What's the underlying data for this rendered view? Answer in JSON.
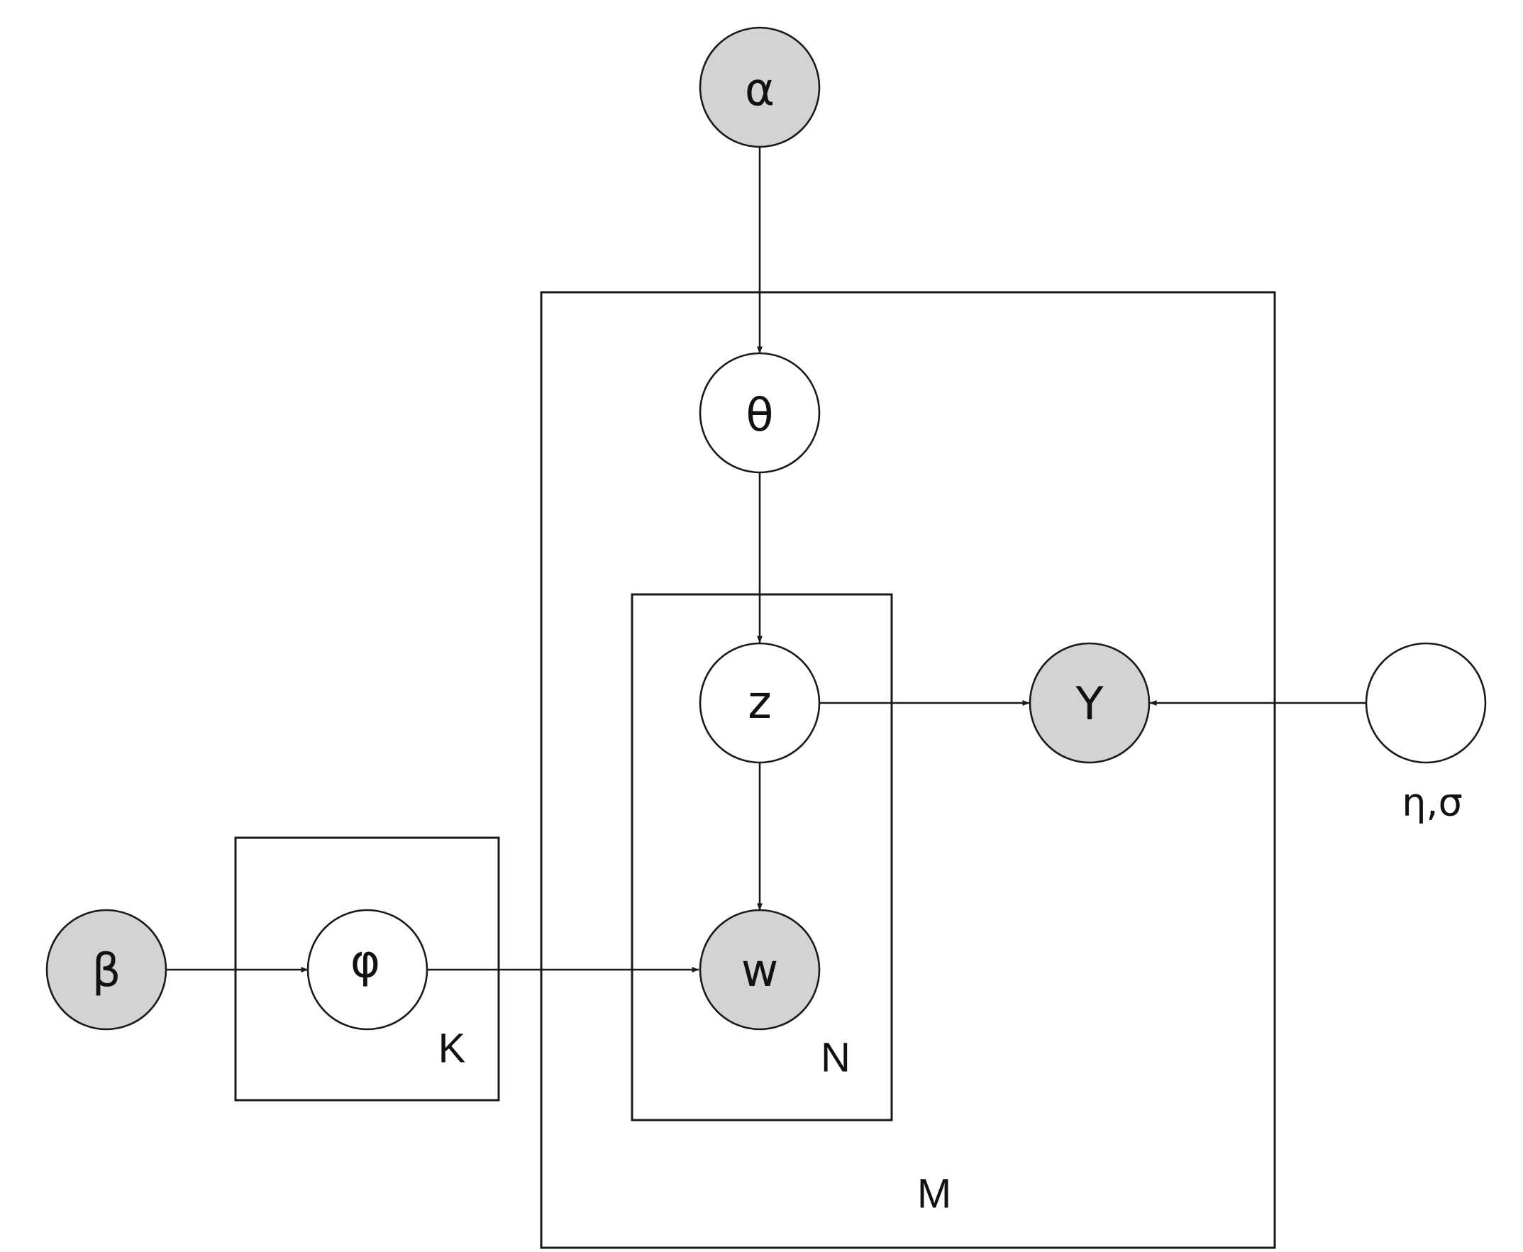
{
  "diagram": {
    "nodes": {
      "alpha": {
        "label": "α",
        "observed": true
      },
      "theta": {
        "label": "θ",
        "observed": false
      },
      "z": {
        "label": "z",
        "observed": false
      },
      "Y": {
        "label": "Y",
        "observed": true
      },
      "eta_sigma": {
        "label": "",
        "observed": false
      },
      "beta": {
        "label": "β",
        "observed": true
      },
      "phi": {
        "label": "φ",
        "observed": false
      },
      "w": {
        "label": "w",
        "observed": true
      }
    },
    "param_label": "η,σ",
    "plates": {
      "M": {
        "label": "M"
      },
      "N": {
        "label": "N"
      },
      "K": {
        "label": "K"
      }
    },
    "edges": [
      {
        "from": "alpha",
        "to": "theta"
      },
      {
        "from": "theta",
        "to": "z"
      },
      {
        "from": "z",
        "to": "w"
      },
      {
        "from": "z",
        "to": "Y"
      },
      {
        "from": "eta_sigma",
        "to": "Y"
      },
      {
        "from": "beta",
        "to": "phi"
      },
      {
        "from": "phi",
        "to": "w"
      }
    ],
    "colors": {
      "observed_fill": "#d3d3d3",
      "latent_fill": "#ffffff",
      "stroke": "#1a1a1a"
    }
  }
}
